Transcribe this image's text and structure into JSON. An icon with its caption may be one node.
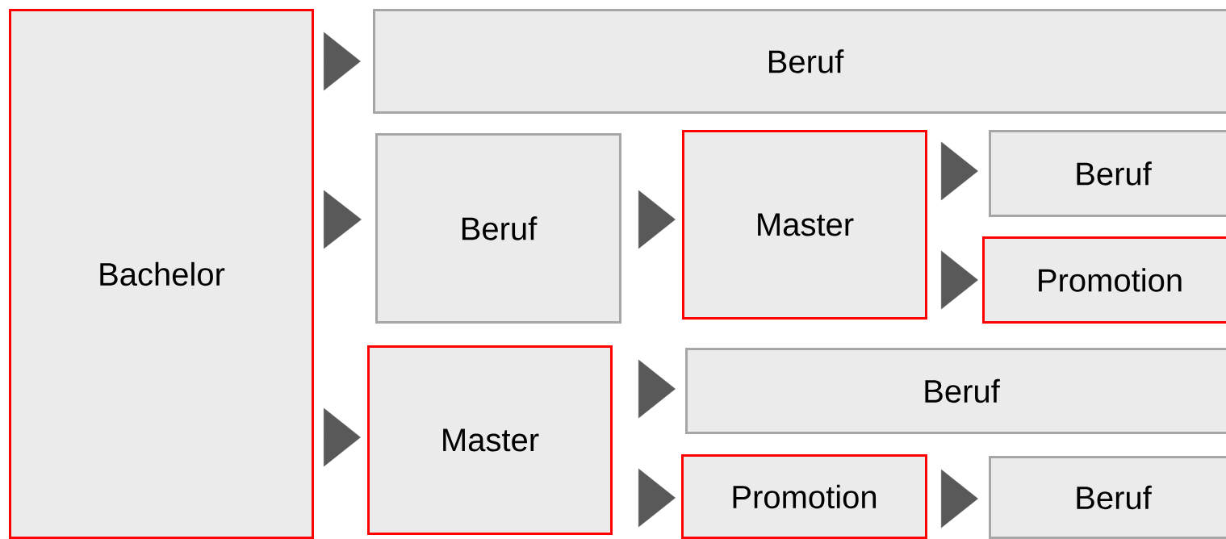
{
  "diagram": {
    "nodes": [
      {
        "text": [
          "Bachelor"
        ]
      },
      {
        "text": [
          "Beruf"
        ]
      },
      {
        "text": [
          "Beruf"
        ]
      },
      {
        "text": [
          "Master"
        ]
      },
      {
        "text": [
          "Beruf"
        ]
      },
      {
        "text": [
          "Promotion"
        ]
      },
      {
        "text": [
          "Master"
        ]
      },
      {
        "text": [
          "Beruf"
        ]
      },
      {
        "text": [
          "Promotion"
        ]
      },
      {
        "text": [
          "Beruf"
        ]
      }
    ],
    "edges": [
      {
        "from": 0,
        "to": 1,
        "arrow": "to"
      },
      {
        "from": 0,
        "to": 2,
        "arrow": "to"
      },
      {
        "from": 0,
        "to": 6,
        "arrow": "to"
      },
      {
        "from": 2,
        "to": 3,
        "arrow": "to"
      },
      {
        "from": 3,
        "to": 4,
        "arrow": "to"
      },
      {
        "from": 3,
        "to": 5,
        "arrow": "to"
      },
      {
        "from": 6,
        "to": 7,
        "arrow": "to"
      },
      {
        "from": 6,
        "to": 8,
        "arrow": "to"
      },
      {
        "from": 8,
        "to": 9,
        "arrow": "to"
      }
    ]
  }
}
